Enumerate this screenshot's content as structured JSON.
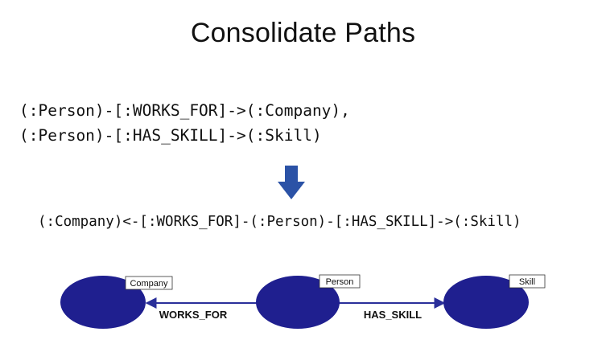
{
  "title": "Consolidate Paths",
  "code": {
    "line1": "(:Person)-[:WORKS_FOR]->(:Company),",
    "line2": "(:Person)-[:HAS_SKILL]->(:Skill)",
    "result": "(:Company)<-[:WORKS_FOR]-(:Person)-[:HAS_SKILL]->(:Skill)"
  },
  "diagram": {
    "nodes": {
      "company": "Company",
      "person": "Person",
      "skill": "Skill"
    },
    "relationships": {
      "works_for": "WORKS_FOR",
      "has_skill": "HAS_SKILL"
    }
  },
  "colors": {
    "node_fill": "#1f1f8f",
    "arrow": "#2b52a6",
    "edge": "#2a2f9a"
  },
  "icons": {
    "transform_arrow": "arrow-down-icon"
  }
}
